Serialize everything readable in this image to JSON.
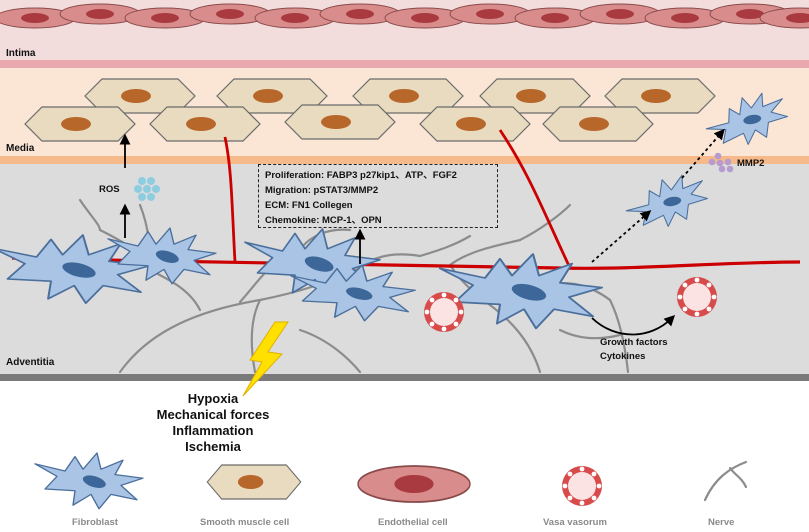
{
  "layers": {
    "intima": "Intima",
    "media": "Media",
    "adventitia": "Adventitia"
  },
  "labels": {
    "ros": "ROS",
    "mmp2": "MMP2",
    "growth_factors": "Growth factors",
    "cytokines": "Cytokines"
  },
  "factors": [
    "Proliferation: FABP3 p27kip1、ATP、FGF2",
    "Migration: pSTAT3/MMP2",
    "ECM: FN1 Collegen",
    "Chemokine: MCP-1、OPN"
  ],
  "causes": [
    "Hypoxia",
    "Mechanical forces",
    "Inflammation",
    "Ischemia"
  ],
  "legend": [
    "Fibroblast",
    "Smooth muscle cell",
    "Endothelial cell",
    "Vasa vasorum",
    "Nerve"
  ],
  "colors": {
    "intima_bg": "#f2dcdc",
    "media_bg": "#fbe6d6",
    "adventitia_bg": "#dcdcdc",
    "endothelial_cell": "#d98c8c",
    "endothelial_nucleus": "#a83a40",
    "smooth_muscle_cell": "#e8dbbf",
    "smooth_muscle_nucleus": "#b8672a",
    "fibroblast": "#a9c4e4",
    "fibroblast_nucleus": "#3e6799",
    "vessel": "#cc0000",
    "vasa_vasorum": "#d74b4b",
    "nerve": "#8c8c8c",
    "ros_dots": "#8ecde0",
    "mmp2_dots": "#b69bd0",
    "lightning": "#ffe000"
  }
}
